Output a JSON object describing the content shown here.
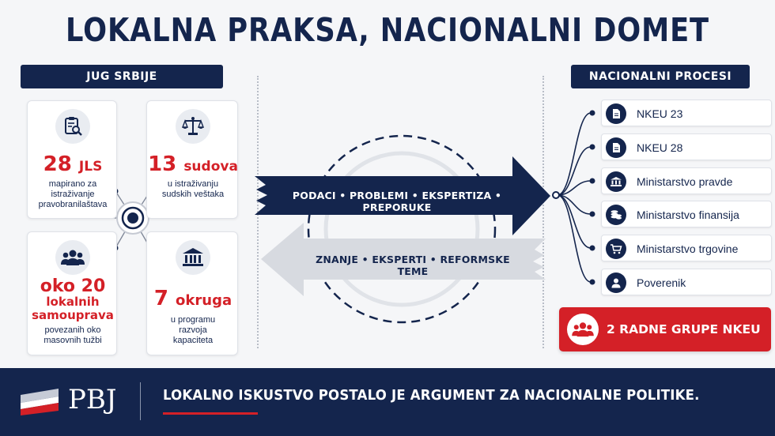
{
  "title": "LOKALNA PRAKSA, NACIONALNI DOMET",
  "left_panel": {
    "header": "JUG SRBIJE",
    "cards": [
      {
        "number": "28",
        "unit": "JLS",
        "desc": [
          "mapirano za",
          "istraživanje",
          "pravobranilaštava"
        ],
        "icon": "clipboard-search-icon"
      },
      {
        "number": "13",
        "unit": "sudova",
        "desc": [
          "u istraživanju",
          "sudskih veštaka"
        ],
        "icon": "scales-icon"
      },
      {
        "number_lines": [
          "oko 20",
          "lokalnih",
          "samouprava"
        ],
        "desc": [
          "povezanih oko",
          "masovnih tužbi"
        ],
        "icon": "people-group-icon"
      },
      {
        "number": "7",
        "unit": "okruga",
        "desc": [
          "u programu",
          "razvoja",
          "kapaciteta"
        ],
        "icon": "courthouse-icon"
      }
    ]
  },
  "arrows": {
    "forward": "PODACI • PROBLEMI • EKSPERTIZA • PREPORUKE",
    "backward": "ZNANJE • EKSPERTI • REFORMSKE TEME"
  },
  "right_panel": {
    "header": "NACIONALNI PROCESI",
    "items": [
      {
        "label": "NKEU 23",
        "icon": "document-icon"
      },
      {
        "label": "NKEU 28",
        "icon": "document-icon"
      },
      {
        "label": "Ministarstvo pravde",
        "icon": "institution-icon"
      },
      {
        "label": "Ministarstvo finansija",
        "icon": "coins-icon"
      },
      {
        "label": "Ministarstvo trgovine",
        "icon": "cart-icon"
      },
      {
        "label": "Poverenik",
        "icon": "person-icon"
      }
    ],
    "highlight": {
      "text": "2 RADNE GRUPE NKEU",
      "icon": "people-group-icon"
    }
  },
  "footer": {
    "logo": "PBJ",
    "text": "LOKALNO ISKUSTVO POSTALO JE ARGUMENT ZA NACIONALNE POLITIKE."
  },
  "colors": {
    "navy": "#14254d",
    "red": "#d42027",
    "light_gray": "#dde0e6",
    "background": "#f5f6f8"
  }
}
